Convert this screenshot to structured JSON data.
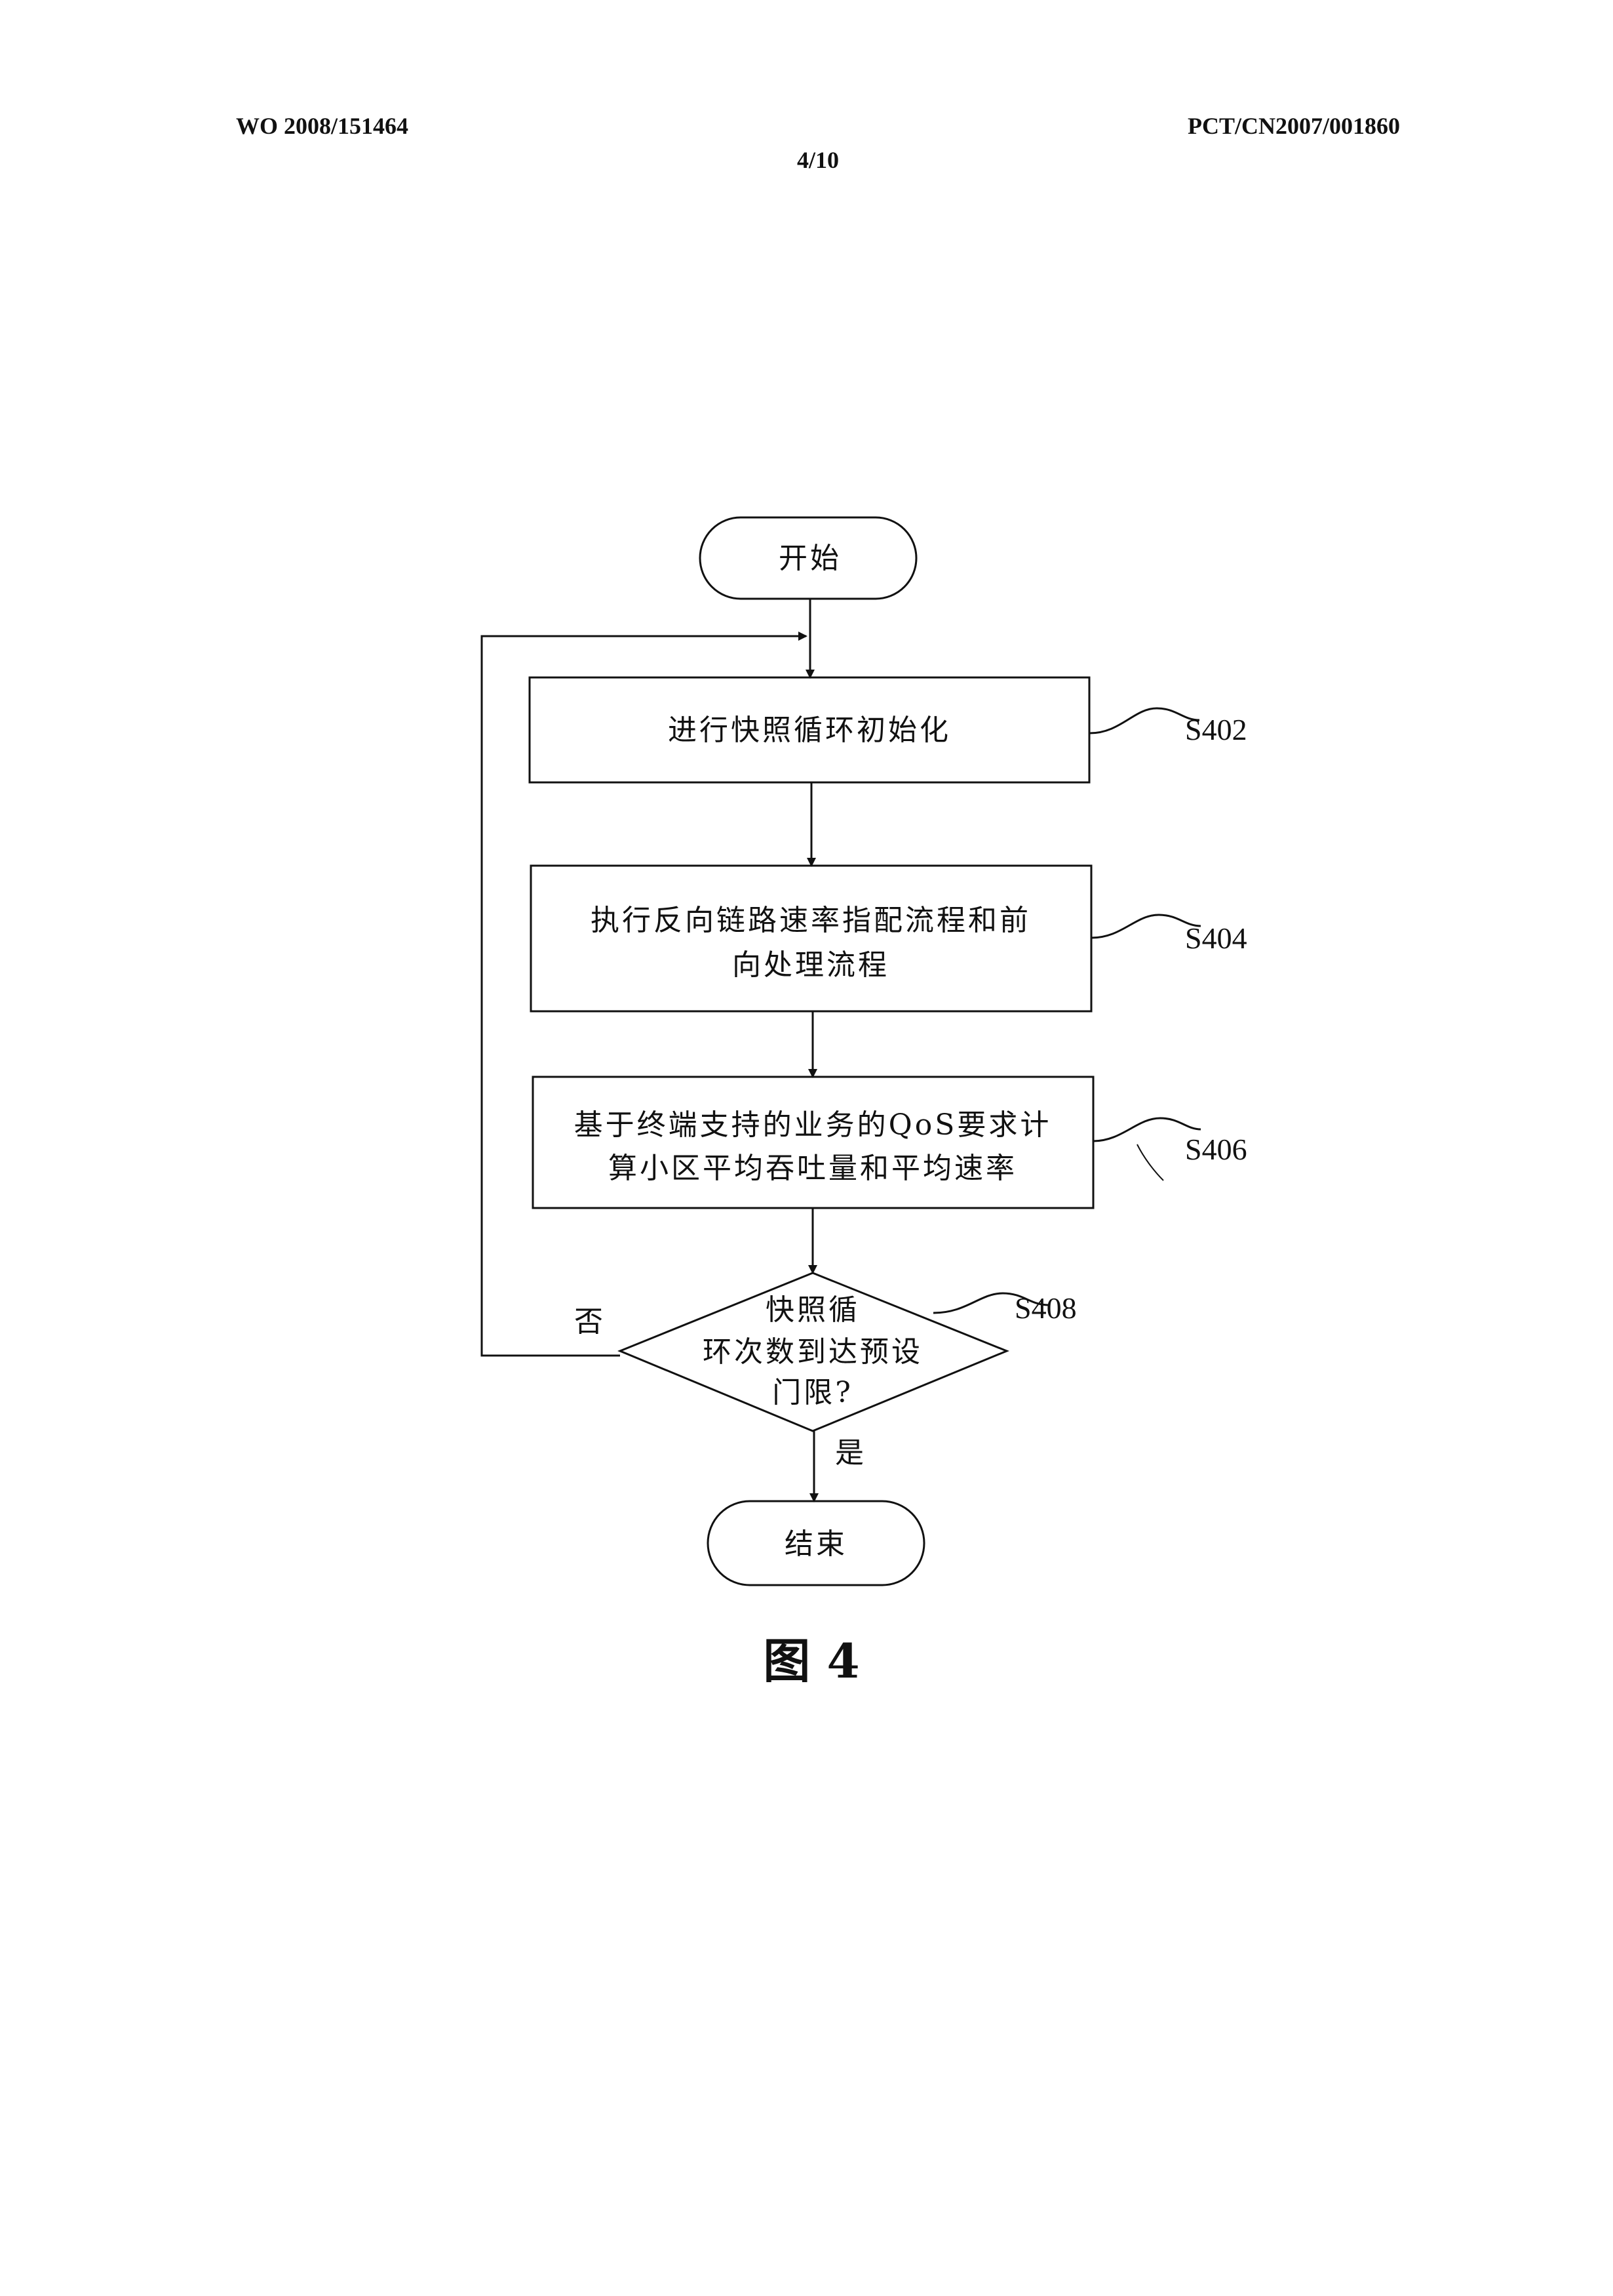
{
  "header": {
    "left": "WO 2008/151464",
    "right": "PCT/CN2007/001860",
    "page": "4/10"
  },
  "flowchart": {
    "start": "开始",
    "steps": [
      {
        "id": "S402",
        "lines": [
          "进行快照循环初始化"
        ]
      },
      {
        "id": "S404",
        "lines": [
          "执行反向链路速率指配流程和前",
          "向处理流程"
        ]
      },
      {
        "id": "S406",
        "lines": [
          "基于终端支持的业务的QoS要求计",
          "算小区平均吞吐量和平均速率"
        ]
      }
    ],
    "decision": {
      "id": "S408",
      "lines": [
        "快照循",
        "环次数到达预设",
        "门限?"
      ],
      "no_label": "否",
      "yes_label": "是"
    },
    "end": "结束"
  },
  "figure_title": "图 4"
}
